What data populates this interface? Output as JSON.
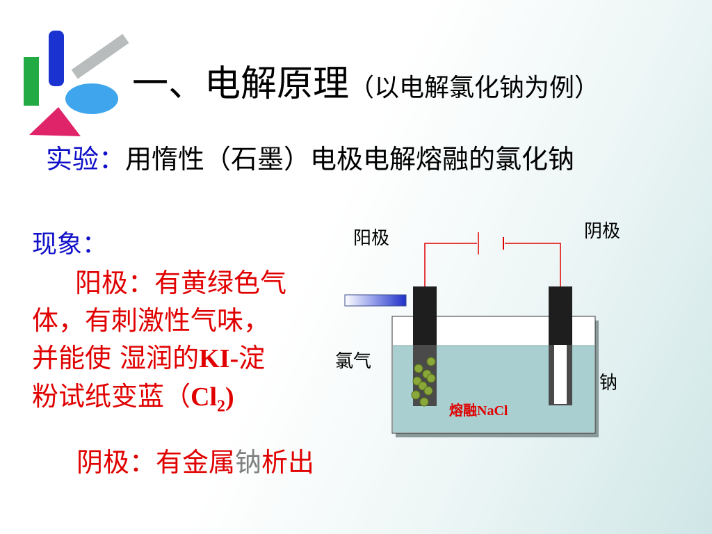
{
  "title": {
    "main": "一、电解原理",
    "sub": "（以电解氯化钠为例）"
  },
  "experiment": {
    "label": "实验：",
    "text": "用惰性（石墨）电极电解熔融的氯化钠"
  },
  "phenomenon": {
    "label": "现象：",
    "anode_line1": "阳极：有黄绿色气",
    "anode_line2": "体，有刺激性气味，",
    "anode_line3a": "并能使 湿润的",
    "anode_line3b": "KI-",
    "anode_line3c": "淀",
    "anode_line4a": "粉试纸变蓝（",
    "anode_line4b": "Cl",
    "anode_line4c": "2",
    "anode_line4d": ")",
    "cathode_a": "阴极：有金属",
    "cathode_b": "钠",
    "cathode_c": "析出"
  },
  "diagram": {
    "anode_label": "阳极",
    "cathode_label": "阴极",
    "chlorine_label": "氯气",
    "sodium_label": "钠",
    "electrolyte_label": "熔融NaCl"
  },
  "colors": {
    "blue_text": "#1010c8",
    "red_text": "#e00000",
    "wire": "#e00000",
    "electrolyte": "#a9cfd0"
  }
}
